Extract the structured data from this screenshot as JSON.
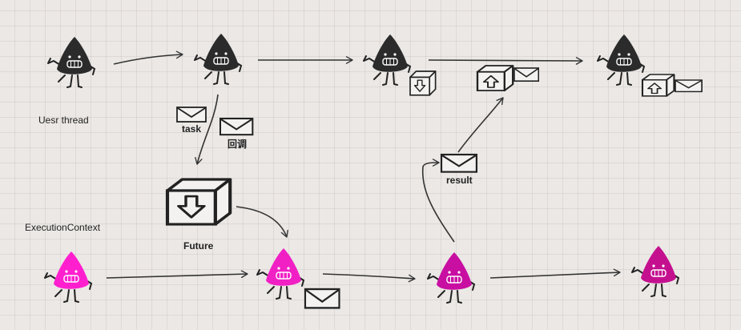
{
  "labels": {
    "user_thread": "Uesr thread",
    "execution_context": "ExecutionContext",
    "task": "task",
    "callback": "回调",
    "future": "Future",
    "result": "result"
  },
  "colors": {
    "user_creature": "#2b2b2b",
    "exec_creature_1": "#ff1fcf",
    "exec_creature_2": "#f020c4",
    "exec_creature_3": "#c80fa2",
    "exec_creature_4": "#c4108f",
    "stroke": "#333333"
  }
}
